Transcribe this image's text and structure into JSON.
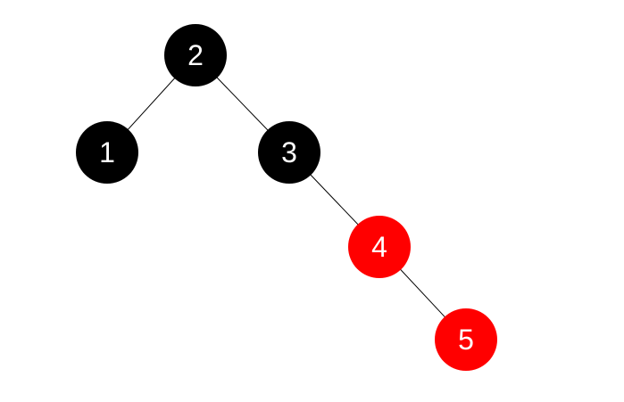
{
  "tree": {
    "nodes": [
      {
        "id": "n1",
        "label": "1",
        "color": "#000000"
      },
      {
        "id": "n2",
        "label": "2",
        "color": "#000000"
      },
      {
        "id": "n3",
        "label": "3",
        "color": "#000000"
      },
      {
        "id": "n4",
        "label": "4",
        "color": "#ff0000"
      },
      {
        "id": "n5",
        "label": "5",
        "color": "#ff0000"
      }
    ],
    "edges": [
      {
        "from": "n2",
        "to": "n1"
      },
      {
        "from": "n2",
        "to": "n3"
      },
      {
        "from": "n3",
        "to": "n4"
      },
      {
        "from": "n4",
        "to": "n5"
      }
    ]
  }
}
